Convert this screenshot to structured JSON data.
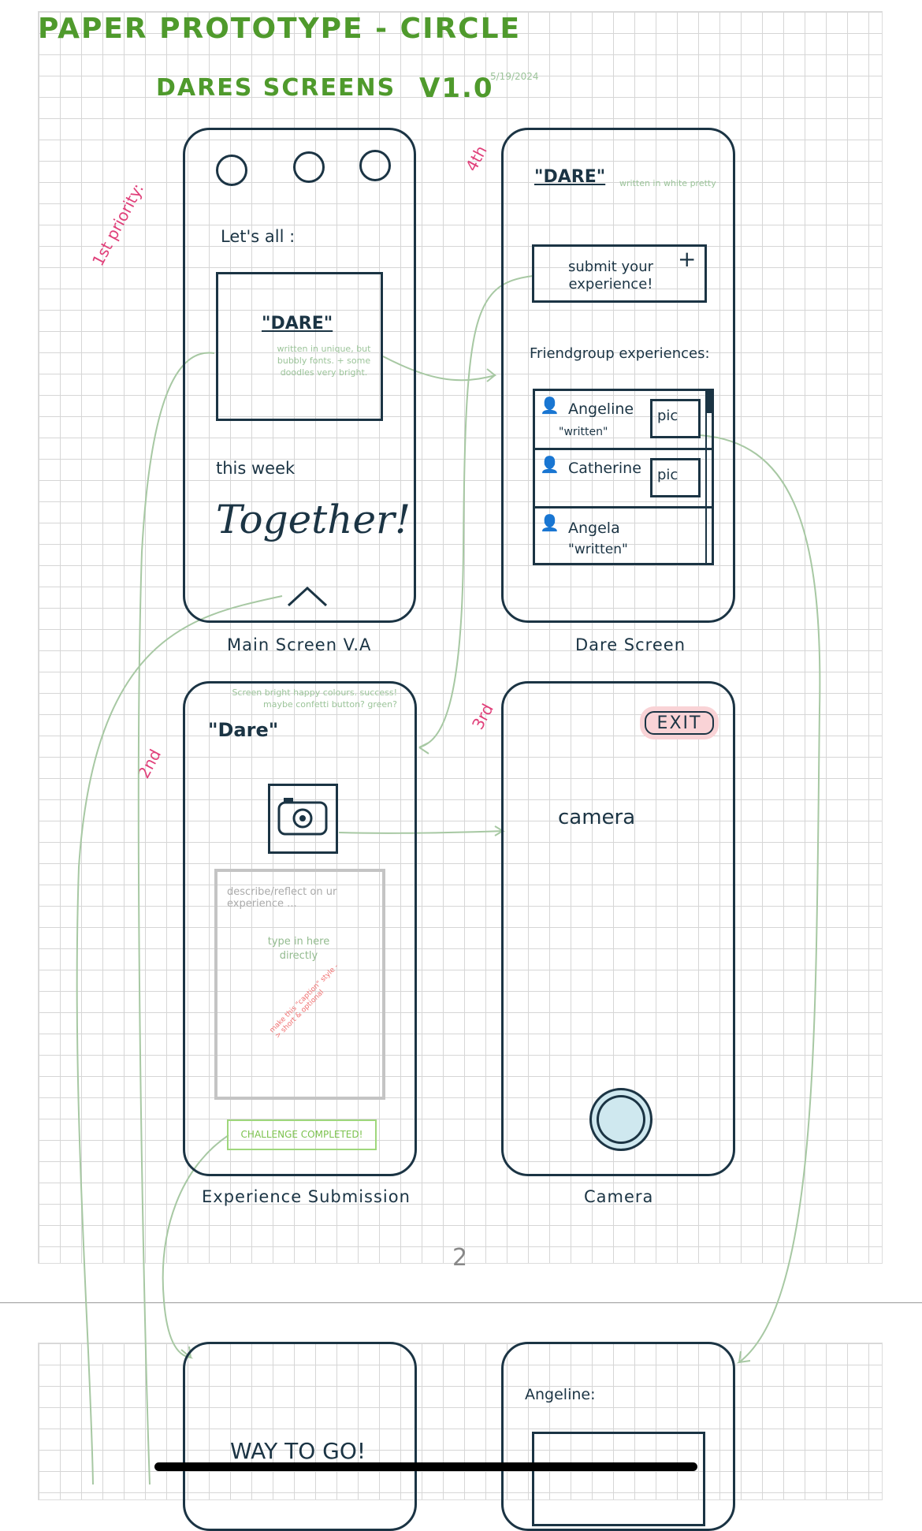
{
  "header": {
    "title": "PAPER PROTOTYPE - CIRCLE",
    "subtitle": "DARES SCREENS",
    "version": "V1.0",
    "date": "5/19/2024"
  },
  "page_number": "2",
  "annotations": {
    "priority_1": "1st priority:",
    "priority_2": "2nd",
    "priority_3": "3rd",
    "priority_4": "4th"
  },
  "main_screen": {
    "label": "Main Screen V.A",
    "lets_all": "Let's all :",
    "dare": "\"DARE\"",
    "dare_note": "written in unique, but bubbly fonts. + some doodles very bright.",
    "this_week": "this week",
    "together": "Together!",
    "chevron": "chevron-up-icon"
  },
  "dare_screen": {
    "label": "Dare Screen",
    "dare": "\"DARE\"",
    "dare_note": "written in white pretty",
    "submit": "submit your experience!",
    "plus": "+",
    "friend_header": "Friendgroup experiences:",
    "friends": [
      {
        "name": "Angeline",
        "sub": "\"written\"",
        "pic": "pic"
      },
      {
        "name": "Catherine",
        "sub": "",
        "pic": "pic"
      },
      {
        "name": "Angela",
        "sub": "\"written\"",
        "pic": ""
      }
    ]
  },
  "submission_screen": {
    "label": "Experience Submission",
    "note": "Screen bright happy colours. success! maybe confetti button? green?",
    "dare": "\"Dare\"",
    "placeholder": "describe/reflect on ur experience ...",
    "type_note": "type in here directly",
    "caption_note": "make this \"caption\" style -> short & optional",
    "button": "CHALLENGE COMPLETED!"
  },
  "camera_screen": {
    "label": "Camera",
    "exit": "EXIT",
    "camera_text": "camera"
  },
  "bottom": {
    "way_to_go": "WAY TO GO!",
    "angeline": "Angeline:"
  },
  "colors": {
    "ink": "#1b3444",
    "title_green": "#4f9a2c",
    "note_green": "#9cc49a",
    "pink": "#e0407a",
    "exit_bg": "#f9d3d6",
    "shutter": "#cfe8ef"
  }
}
